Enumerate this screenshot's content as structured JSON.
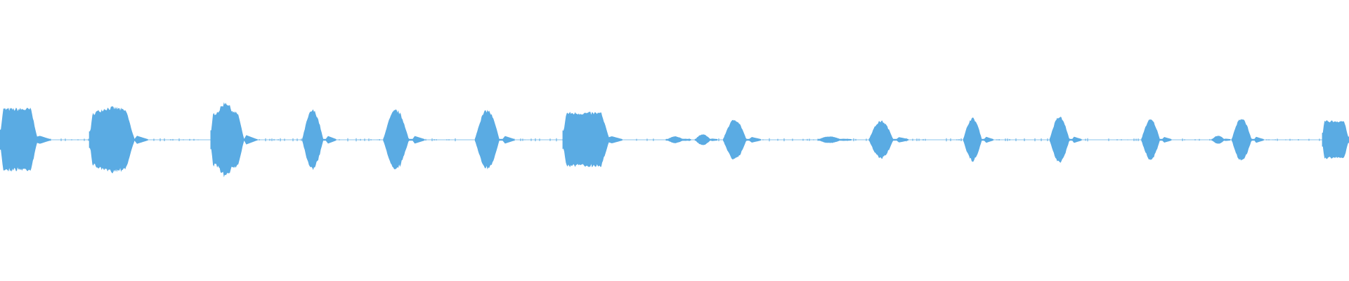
{
  "waveform": {
    "color": "#5aabe3",
    "baseline_amplitude": 0.012,
    "segments": [
      {
        "start": 0.0,
        "end": 0.028,
        "peak": 0.23,
        "shape": "hold"
      },
      {
        "start": 0.066,
        "end": 0.1,
        "peak": 0.24,
        "shape": "bulge"
      },
      {
        "start": 0.156,
        "end": 0.181,
        "peak": 0.28,
        "shape": "peak"
      },
      {
        "start": 0.224,
        "end": 0.242,
        "peak": 0.22,
        "shape": "round"
      },
      {
        "start": 0.284,
        "end": 0.306,
        "peak": 0.22,
        "shape": "round"
      },
      {
        "start": 0.352,
        "end": 0.373,
        "peak": 0.22,
        "shape": "round"
      },
      {
        "start": 0.417,
        "end": 0.452,
        "peak": 0.2,
        "shape": "hold"
      },
      {
        "start": 0.494,
        "end": 0.507,
        "peak": 0.025,
        "shape": "thin"
      },
      {
        "start": 0.515,
        "end": 0.527,
        "peak": 0.04,
        "shape": "thin"
      },
      {
        "start": 0.536,
        "end": 0.556,
        "peak": 0.15,
        "shape": "round"
      },
      {
        "start": 0.606,
        "end": 0.624,
        "peak": 0.025,
        "shape": "thin"
      },
      {
        "start": 0.644,
        "end": 0.665,
        "peak": 0.14,
        "shape": "round"
      },
      {
        "start": 0.714,
        "end": 0.73,
        "peak": 0.16,
        "shape": "round"
      },
      {
        "start": 0.778,
        "end": 0.795,
        "peak": 0.17,
        "shape": "round"
      },
      {
        "start": 0.846,
        "end": 0.862,
        "peak": 0.15,
        "shape": "round"
      },
      {
        "start": 0.898,
        "end": 0.908,
        "peak": 0.03,
        "shape": "thin"
      },
      {
        "start": 0.913,
        "end": 0.93,
        "peak": 0.16,
        "shape": "round"
      },
      {
        "start": 0.98,
        "end": 1.0,
        "peak": 0.14,
        "shape": "hold"
      }
    ]
  }
}
